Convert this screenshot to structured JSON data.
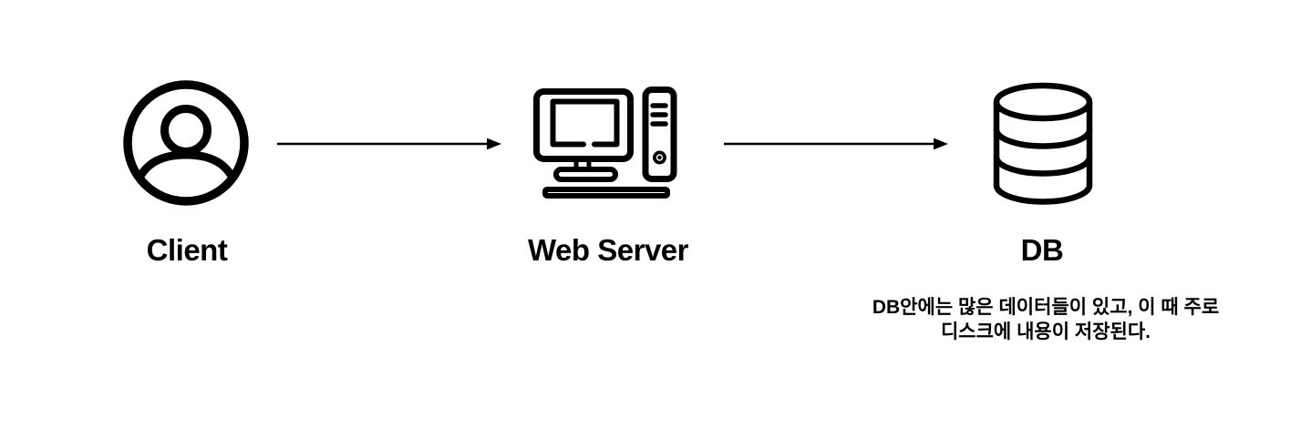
{
  "diagram": {
    "background_color": "#ffffff",
    "ink_color": "#000000",
    "nodes": [
      {
        "id": "client",
        "label": "Client",
        "icon": "user-circle-icon"
      },
      {
        "id": "web-server",
        "label": "Web Server",
        "icon": "desktop-computer-icon"
      },
      {
        "id": "db",
        "label": "DB",
        "icon": "database-icon"
      }
    ],
    "arrows": [
      {
        "from": "client",
        "to": "web-server",
        "direction": "right"
      },
      {
        "from": "web-server",
        "to": "db",
        "direction": "right"
      }
    ],
    "caption": {
      "attached_to": "db",
      "lines": [
        "DB안에는 많은 데이터들이 있고, 이 때 주로",
        "디스크에 내용이 저장된다."
      ]
    }
  }
}
